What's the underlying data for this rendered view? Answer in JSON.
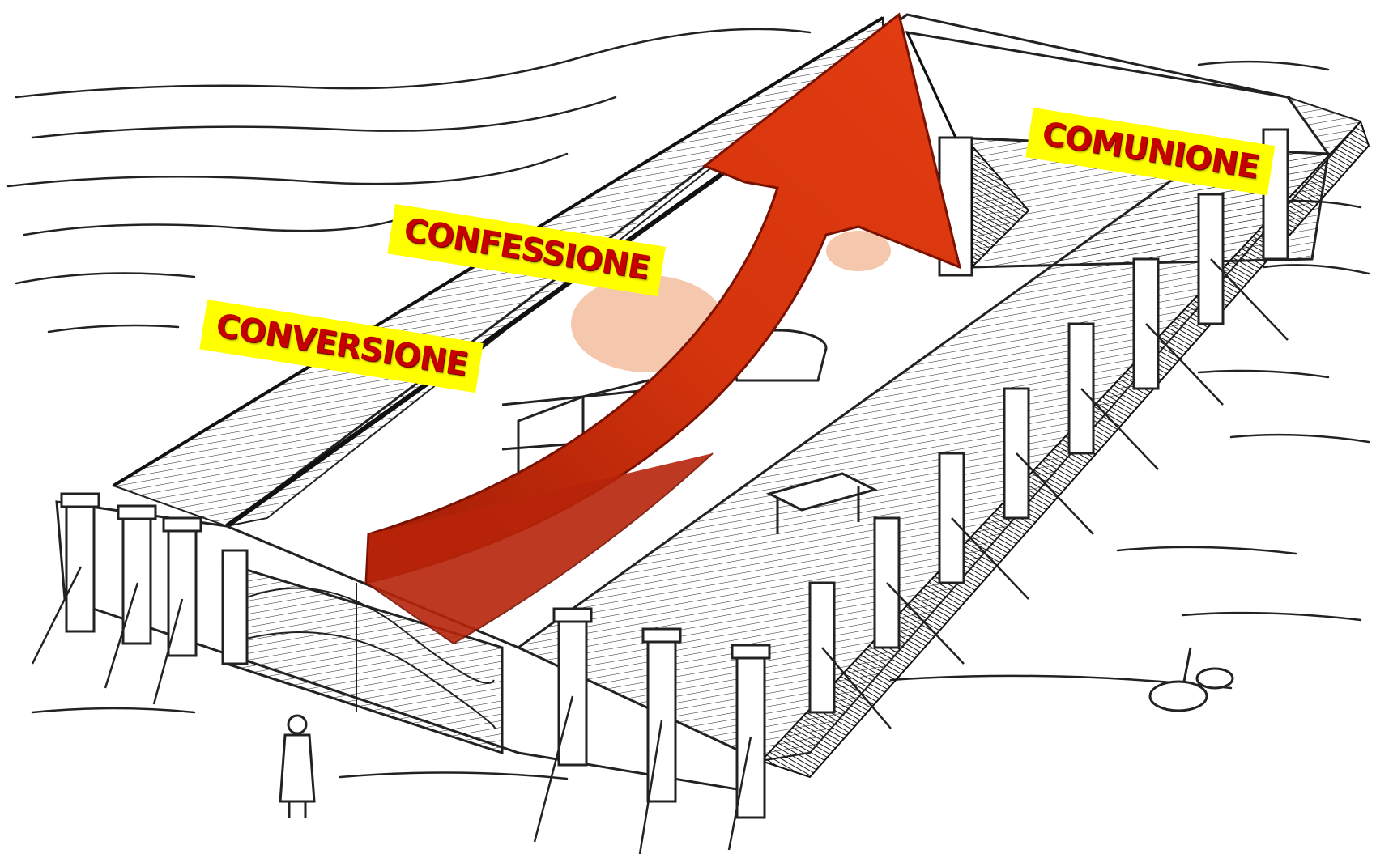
{
  "labels": {
    "conversione": "CONVERSIONE",
    "confessione": "CONFESSIONE",
    "comunione": "COMUNIONE"
  },
  "colors": {
    "label_background": "#ffff00",
    "label_text": "#c40000",
    "arrow": "#c62a0a",
    "ink": "#1a1a1a",
    "altar_glow": "#e8834a"
  },
  "illustration": {
    "subject": "tabernacle-courtyard-drawing",
    "icons": [
      "tent-icon",
      "fence-post-icon",
      "altar-icon",
      "laver-icon",
      "person-icon",
      "rock-icon"
    ]
  }
}
